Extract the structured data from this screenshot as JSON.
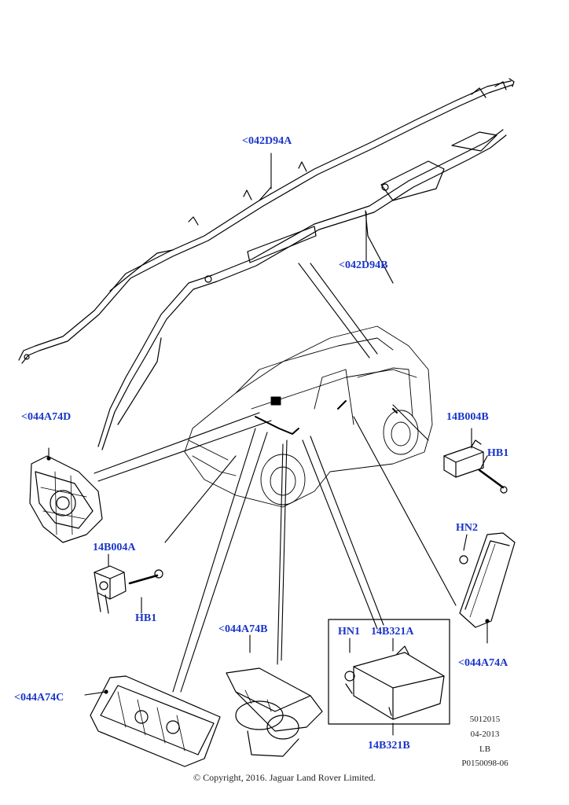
{
  "callouts": {
    "curtain_left": "<042D94A",
    "curtain_right": "<042D94B",
    "driver_airbag": "<044A74D",
    "sensor_top": "14B004B",
    "bolt_top": "HB1",
    "sensor_left": "14B004A",
    "bolt_left": "HB1",
    "nut_side": "HN2",
    "passenger_airbag": "<044A74B",
    "nut_module": "HN1",
    "module_top": "14B321A",
    "side_airbag": "<044A74A",
    "knee_airbag": "<044A74C",
    "module_bottom": "14B321B"
  },
  "meta": {
    "doc_number": "5012015",
    "date": "04-2013",
    "region": "LB",
    "part_ref": "P0150098-06"
  },
  "copyright": "© Copyright, 2016. Jaguar Land Rover Limited.",
  "colors": {
    "callout": "#1a35c9",
    "line": "#000000"
  }
}
